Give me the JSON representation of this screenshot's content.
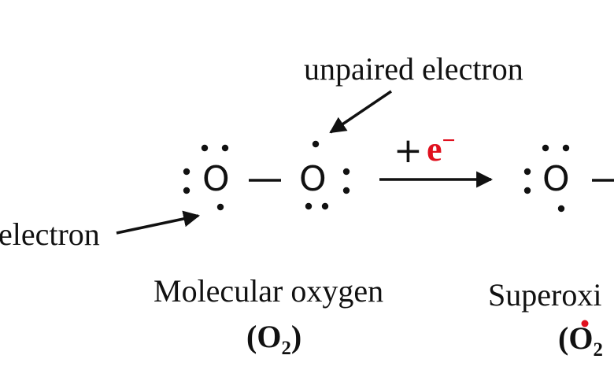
{
  "labels": {
    "unpaired_electron": "unpaired electron",
    "left_electron_partial": "electron",
    "plus": "+",
    "electron_symbol": "e",
    "electron_charge": "−",
    "mol_oxygen_name": "Molecular oxygen",
    "mol_oxygen_formula_open": "(O",
    "mol_oxygen_formula_sub": "2",
    "mol_oxygen_formula_close": ")",
    "superoxide_partial": "Superoxi",
    "superoxide_formula_open": "(O",
    "superoxide_formula_sub": "2"
  },
  "atoms": {
    "o1": "O",
    "o2": "O",
    "o3": "O"
  },
  "colors": {
    "text": "#111111",
    "electron": "#e0101e",
    "radical_dot": "#e0101e"
  }
}
